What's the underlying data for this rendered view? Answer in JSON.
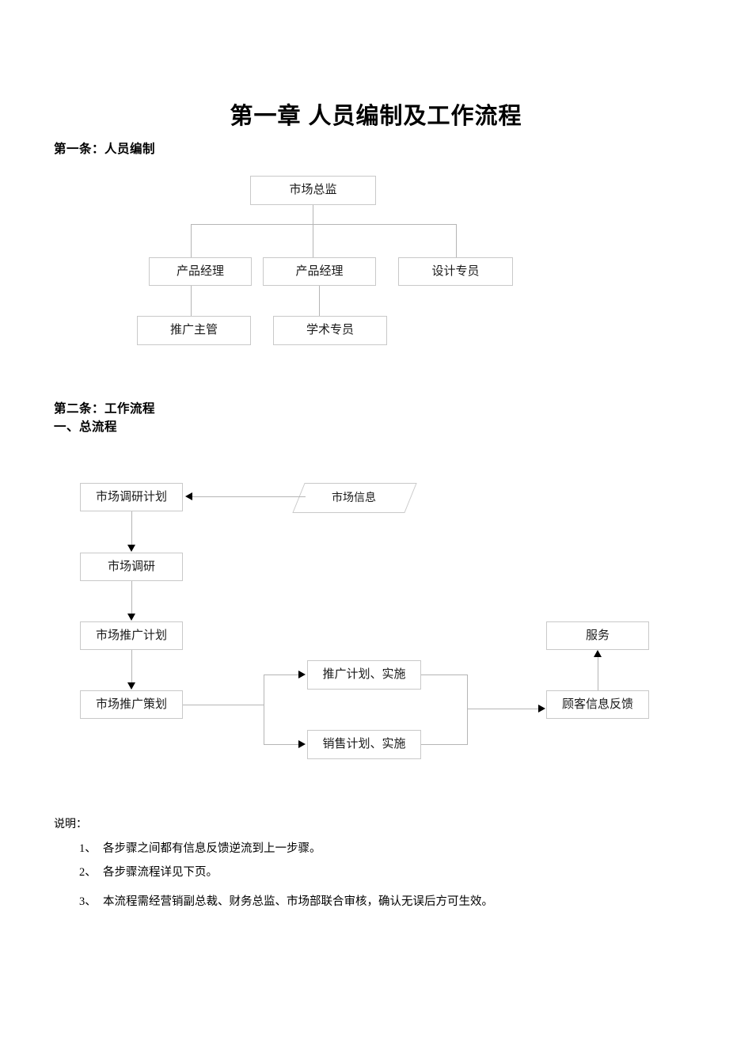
{
  "document": {
    "title": "第一章 人员编制及工作流程",
    "section1_heading": "第一条：人员编制",
    "section2_heading": "第二条：工作流程",
    "section2_sub_heading": "一、总流程"
  },
  "org_chart": {
    "nodes": [
      {
        "id": "director",
        "label": "市场总监",
        "level": 0
      },
      {
        "id": "product-mgr-1",
        "label": "产品经理",
        "level": 1
      },
      {
        "id": "product-mgr-2",
        "label": "产品经理",
        "level": 1
      },
      {
        "id": "design-staff",
        "label": "设计专员",
        "level": 1
      },
      {
        "id": "promo-superv",
        "label": "推广主管",
        "level": 2
      },
      {
        "id": "academic-staff",
        "label": "学术专员",
        "level": 2
      }
    ]
  },
  "flowchart": {
    "nodes": [
      {
        "id": "market-research-plan",
        "label": "市场调研计划",
        "shape": "rect"
      },
      {
        "id": "market-info",
        "label": "市场信息",
        "shape": "parallelogram"
      },
      {
        "id": "market-research",
        "label": "市场调研",
        "shape": "rect"
      },
      {
        "id": "promotion-plan",
        "label": "市场推广计划",
        "shape": "rect"
      },
      {
        "id": "promotion-planning",
        "label": "市场推广策划",
        "shape": "rect"
      },
      {
        "id": "promo-exec",
        "label": "推广计划、实施",
        "shape": "rect"
      },
      {
        "id": "sales-exec",
        "label": "销售计划、实施",
        "shape": "rect"
      },
      {
        "id": "customer-feedback",
        "label": "顾客信息反馈",
        "shape": "rect"
      },
      {
        "id": "service",
        "label": "服务",
        "shape": "rect"
      }
    ]
  },
  "notes": {
    "label": "说明：",
    "items": [
      {
        "num": "1、",
        "text": "各步骤之间都有信息反馈逆流到上一步骤。"
      },
      {
        "num": "2、",
        "text": "各步骤流程详见下页。"
      },
      {
        "num": "3、",
        "text": "本流程需经营销副总裁、财务总监、市场部联合审核，确认无误后方可生效。"
      }
    ]
  },
  "colors": {
    "text": "#000000",
    "node_border": "#c9c9c9",
    "connector": "#b5b5b5",
    "arrowhead": "#000000",
    "background": "#ffffff"
  }
}
